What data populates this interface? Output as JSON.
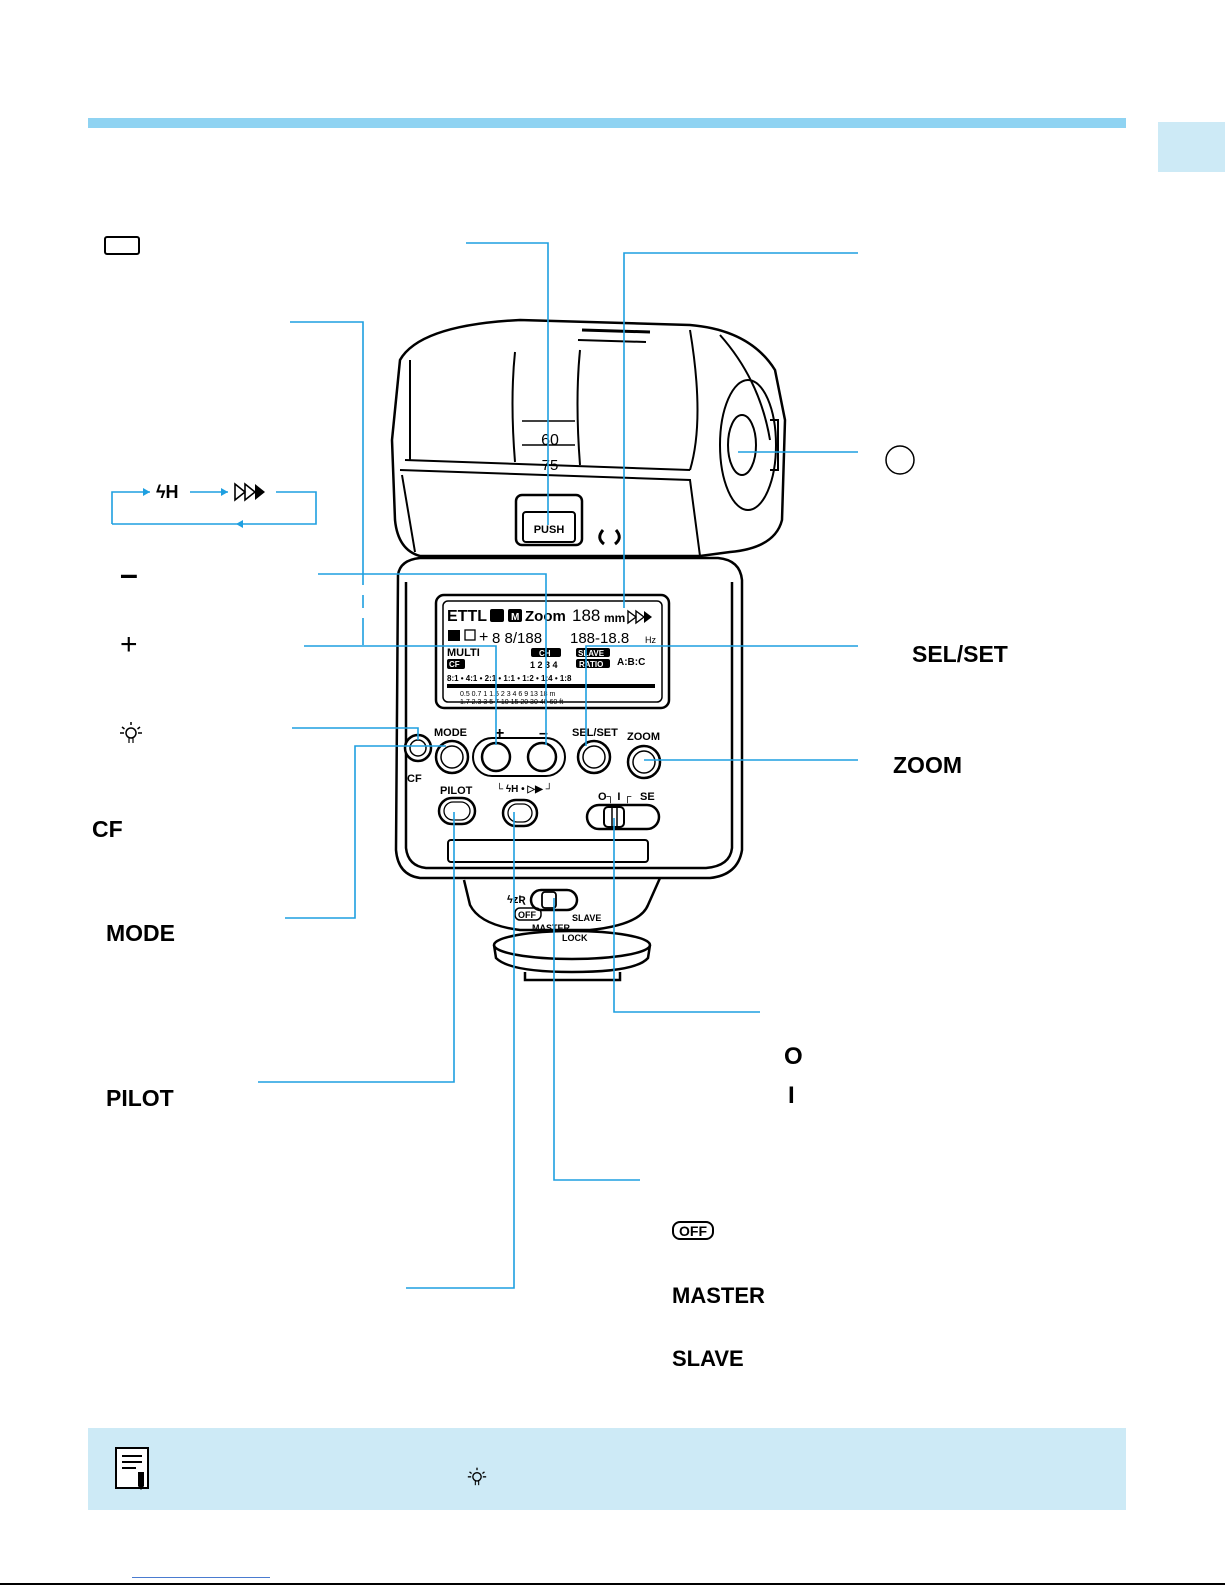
{
  "labels": {
    "minus": "–",
    "plus": "+",
    "sel_set": "SEL/SET",
    "zoom": "ZOOM",
    "cf": "CF",
    "mode": "MODE",
    "pilot": "PILOT",
    "power_off_symbol": "O",
    "power_on_symbol": "I",
    "off": "OFF",
    "master": "MASTER",
    "slave": "SLAVE"
  },
  "flash_unit": {
    "push_button": "PUSH",
    "zoom_mark_top": "60",
    "zoom_mark_bottom": "75",
    "btn_mode": "MODE",
    "btn_plus": "+",
    "btn_minus": "–",
    "btn_selset": "SEL/SET",
    "btn_zoom": "ZOOM",
    "btn_pilot": "PILOT",
    "cf_mark": "CF",
    "se_mark": "SE",
    "off_mark": "OFF",
    "slave_mark": "SLAVE",
    "master_mark": "MASTER",
    "lock_mark": "LOCK"
  },
  "lcd": {
    "ettl": "ETTL",
    "m": "M",
    "zoom": "Zoom",
    "zoom_value": "188",
    "mm": "mm",
    "fp_digits": "8 8/188",
    "freq": "188-18.8",
    "hz": "Hz",
    "multi": "MULTI",
    "cf": "CF",
    "ch": "CH",
    "slave": "SLAVE",
    "ratio": "RATIO",
    "channels": "1 2 3 4",
    "abc": "A:B:C",
    "ratio_scale": "8:1 • 4:1 • 2:1 • 1:1 • 1:2 • 1:4 • 1:8",
    "dist_m": "0.5 0.7 1 1.5 2 3 4 6 9 13 18 m",
    "dist_ft": "1.7 2.3 3 5 7 10 15 20 30 40 60 ft"
  },
  "colors": {
    "leader": "#1e9fe0",
    "band": "#8fd3f2",
    "panel": "#cdeaf6"
  }
}
